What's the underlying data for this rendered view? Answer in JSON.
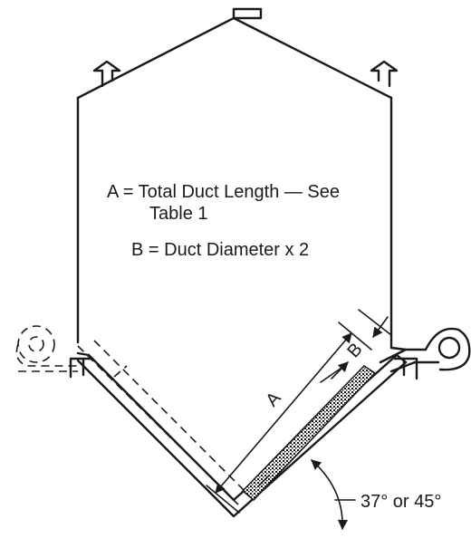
{
  "legend": {
    "a_line1": "A = Total Duct Length — See",
    "a_line2": "Table 1",
    "b_line": "B = Duct Diameter x 2"
  },
  "dimensions": {
    "a_label": "A",
    "b_label": "B"
  },
  "angle_label": "37° or 45°",
  "colors": {
    "ink": "#1a1a1a",
    "background": "#ffffff"
  }
}
